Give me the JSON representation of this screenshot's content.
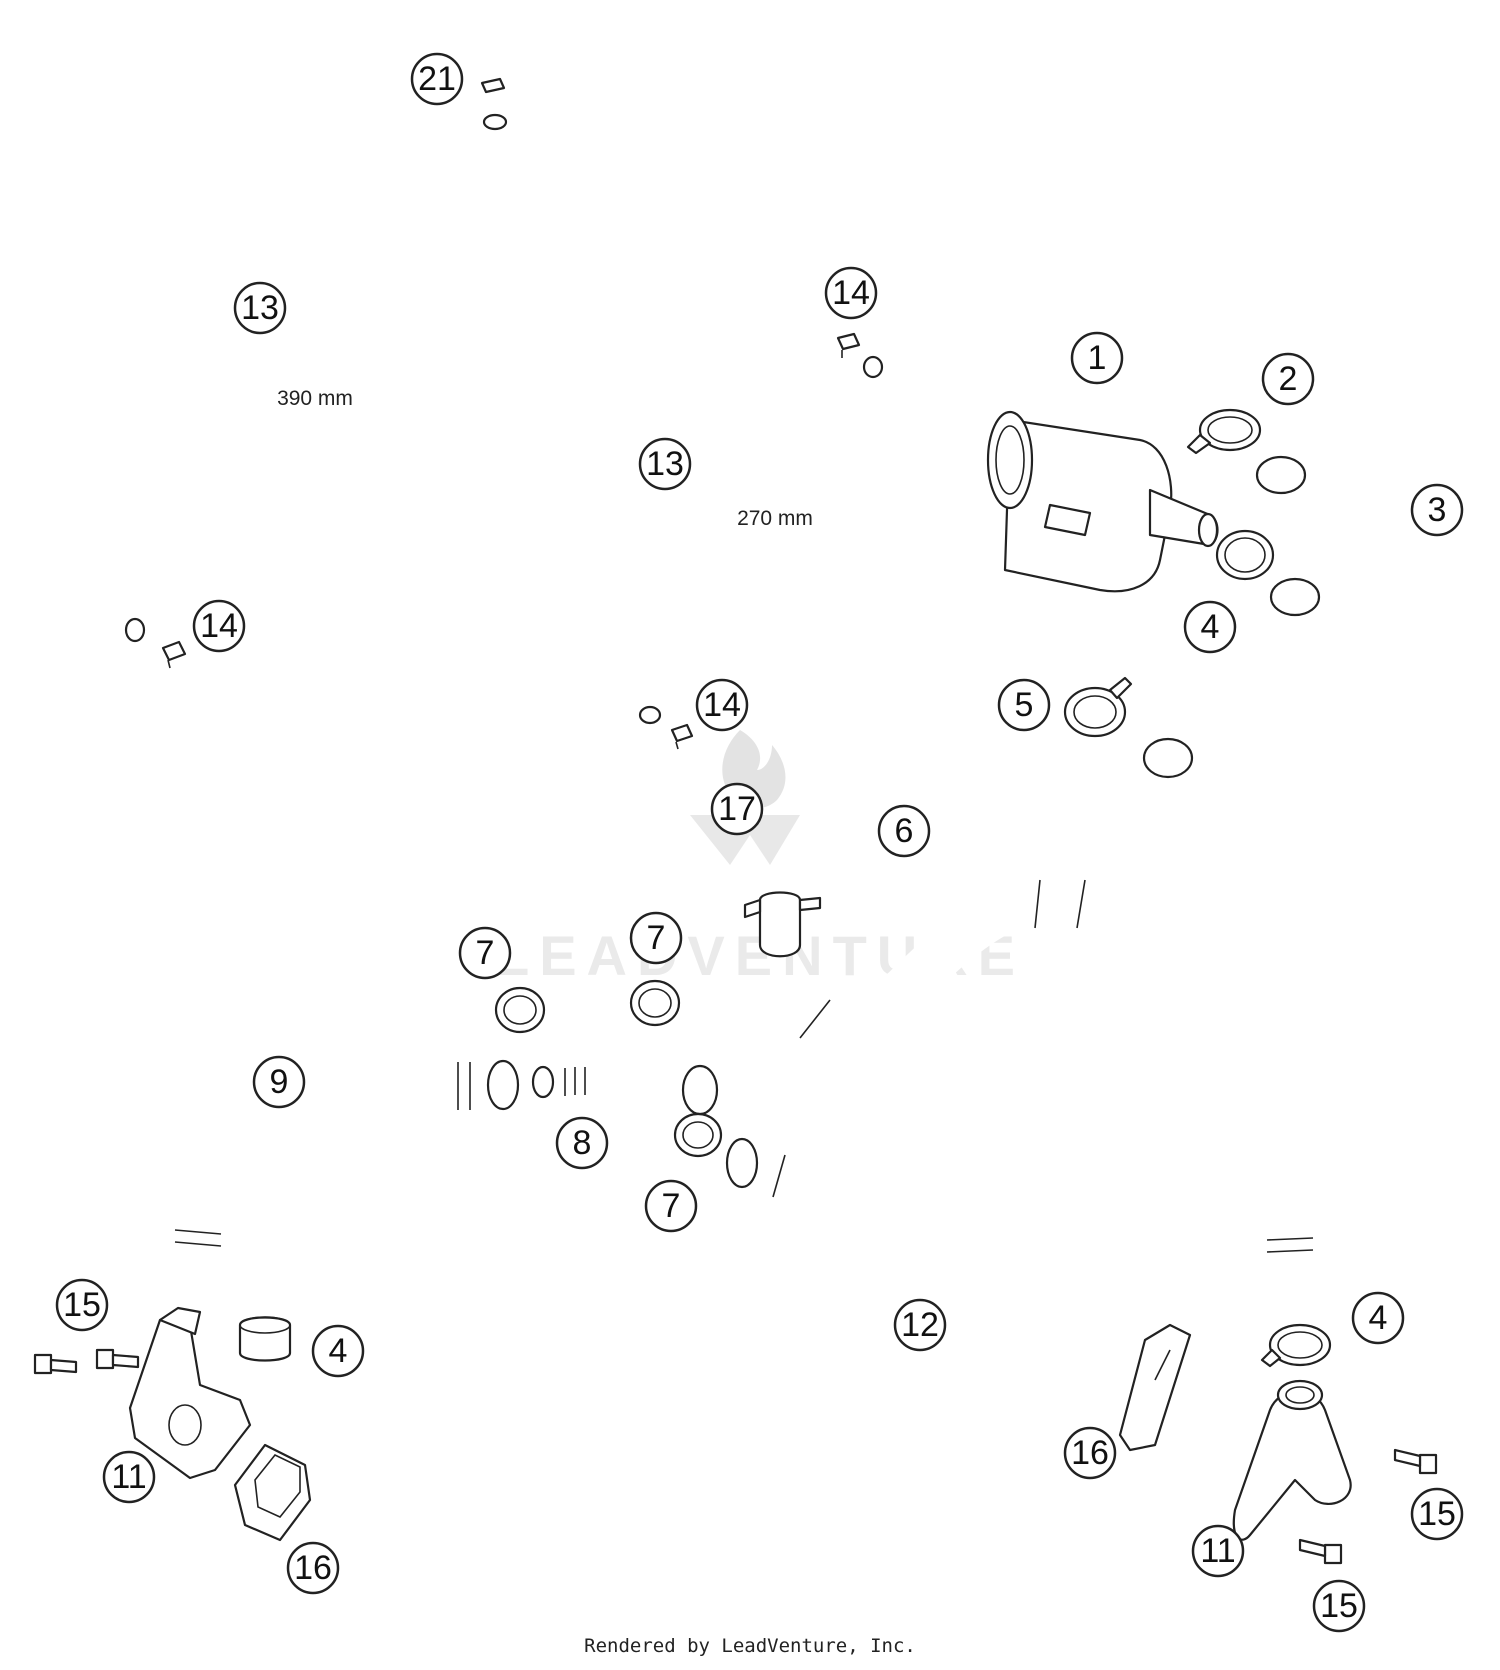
{
  "watermark": "LEADVENTURE",
  "footer": "Rendered by LeadVenture, Inc.",
  "dimensions": {
    "hose_long": "390 mm",
    "hose_short": "270 mm"
  },
  "callouts": [
    {
      "id": "c21",
      "num": "21"
    },
    {
      "id": "c13a",
      "num": "13"
    },
    {
      "id": "c14a",
      "num": "14"
    },
    {
      "id": "c14b",
      "num": "14"
    },
    {
      "id": "c13b",
      "num": "13"
    },
    {
      "id": "c14c",
      "num": "14"
    },
    {
      "id": "c1",
      "num": "1"
    },
    {
      "id": "c2",
      "num": "2"
    },
    {
      "id": "c3",
      "num": "3"
    },
    {
      "id": "c4a",
      "num": "4"
    },
    {
      "id": "c5",
      "num": "5"
    },
    {
      "id": "c17",
      "num": "17"
    },
    {
      "id": "c6",
      "num": "6"
    },
    {
      "id": "c7a",
      "num": "7"
    },
    {
      "id": "c7b",
      "num": "7"
    },
    {
      "id": "c9",
      "num": "9"
    },
    {
      "id": "c8",
      "num": "8"
    },
    {
      "id": "c7c",
      "num": "7"
    },
    {
      "id": "c15a",
      "num": "15"
    },
    {
      "id": "c4b",
      "num": "4"
    },
    {
      "id": "c12",
      "num": "12"
    },
    {
      "id": "c4c",
      "num": "4"
    },
    {
      "id": "c11a",
      "num": "11"
    },
    {
      "id": "c16a",
      "num": "16"
    },
    {
      "id": "c16b",
      "num": "16"
    },
    {
      "id": "c15b",
      "num": "15"
    },
    {
      "id": "c11b",
      "num": "11"
    },
    {
      "id": "c15c",
      "num": "15"
    }
  ]
}
